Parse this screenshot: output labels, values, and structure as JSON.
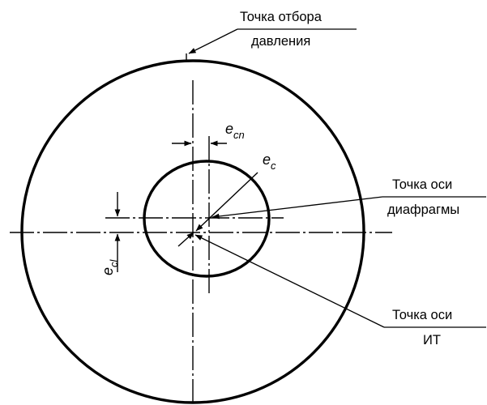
{
  "labels": {
    "tap_line1": "Точка отбора",
    "tap_line2": "давления",
    "diaphragm_line1": "Точка оси",
    "diaphragm_line2": "диафрагмы",
    "pipe_line1": "Точка оси",
    "pipe_line2": "ИТ"
  },
  "symbols": {
    "ecn_base": "e",
    "ecn_sub": "cn",
    "ec_base": "e",
    "ec_sub": "c",
    "ecl_base": "e",
    "ecl_sub": "cl"
  },
  "colors": {
    "line": "#000000",
    "background": "#ffffff"
  }
}
